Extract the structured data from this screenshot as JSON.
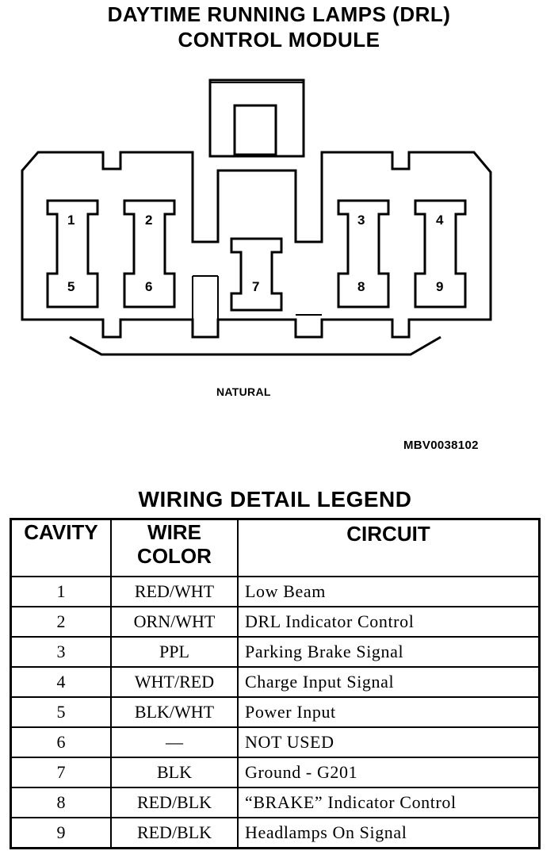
{
  "title": {
    "line1": "DAYTIME RUNNING LAMPS (DRL)",
    "line2": "CONTROL MODULE"
  },
  "connector": {
    "housing_color": "NATURAL",
    "figure_id": "MBV0038102",
    "cavities": [
      {
        "top": "1",
        "bottom": "5"
      },
      {
        "top": "2",
        "bottom": "6"
      },
      {
        "top": "",
        "bottom": "7"
      },
      {
        "top": "3",
        "bottom": "8"
      },
      {
        "top": "4",
        "bottom": "9"
      }
    ]
  },
  "legend": {
    "title": "WIRING DETAIL LEGEND",
    "headers": {
      "cavity": "CAVITY",
      "wire_line1": "WIRE",
      "wire_line2": "COLOR",
      "circuit": "CIRCUIT"
    },
    "rows": [
      {
        "cavity": "1",
        "color": "RED/WHT",
        "circuit": "Low Beam"
      },
      {
        "cavity": "2",
        "color": "ORN/WHT",
        "circuit": "DRL Indicator Control"
      },
      {
        "cavity": "3",
        "color": "PPL",
        "circuit": "Parking Brake Signal"
      },
      {
        "cavity": "4",
        "color": "WHT/RED",
        "circuit": "Charge Input Signal"
      },
      {
        "cavity": "5",
        "color": "BLK/WHT",
        "circuit": "Power Input"
      },
      {
        "cavity": "6",
        "color": "—",
        "circuit": "NOT USED"
      },
      {
        "cavity": "7",
        "color": "BLK",
        "circuit": "Ground - G201"
      },
      {
        "cavity": "8",
        "color": "RED/BLK",
        "circuit": "“BRAKE” Indicator Control"
      },
      {
        "cavity": "9",
        "color": "RED/BLK",
        "circuit": "Headlamps On Signal"
      }
    ]
  }
}
